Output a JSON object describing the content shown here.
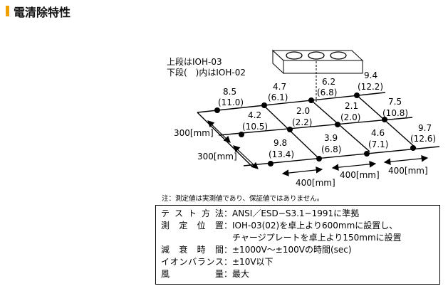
{
  "title": "電清除特性",
  "legend": {
    "upper": "上段はIOH-03",
    "lower": "下段(　)内はIOH-02"
  },
  "grid_values": [
    {
      "upper": "8.5",
      "lower": "(11.0)"
    },
    {
      "upper": "4.7",
      "lower": "(6.1)"
    },
    {
      "upper": "6.2",
      "lower": "(6.8)"
    },
    {
      "upper": "9.4",
      "lower": "(12.2)"
    },
    {
      "upper": "4.2",
      "lower": "(10.5)"
    },
    {
      "upper": "2.0",
      "lower": "(2.2)"
    },
    {
      "upper": "2.1",
      "lower": "(2.0)"
    },
    {
      "upper": "7.5",
      "lower": "(10.8)"
    },
    {
      "upper": "9.8",
      "lower": "(13.4)"
    },
    {
      "upper": "3.9",
      "lower": "(6.8)"
    },
    {
      "upper": "4.6",
      "lower": "(7.1)"
    },
    {
      "upper": "9.7",
      "lower": "(12.6)"
    }
  ],
  "dimensions": {
    "d300_a": "300[mm]",
    "d300_b": "300[mm]",
    "d400_a": "400[mm]",
    "d400_b": "400[mm]",
    "d400_c": "400[mm]"
  },
  "note": "注：測定値は実測値であり、保証値ではありません。",
  "specs": [
    {
      "key": "テスト方法",
      "value": "ANSI／ESD−S3.1−1991に準拠"
    },
    {
      "key": "測定位置",
      "value": "IOH-03(02)を卓上より600mmに設置し、"
    },
    {
      "key": "",
      "value": "チャージプレートを卓上より150mmに設置"
    },
    {
      "key": "減衰時間",
      "value": "±1000V〜±100Vの時間(sec)"
    },
    {
      "key": "イオンバランス",
      "value": "±10V以下"
    },
    {
      "key": "風量",
      "value": "最大"
    }
  ],
  "colors": {
    "accent": "#f0a000"
  }
}
